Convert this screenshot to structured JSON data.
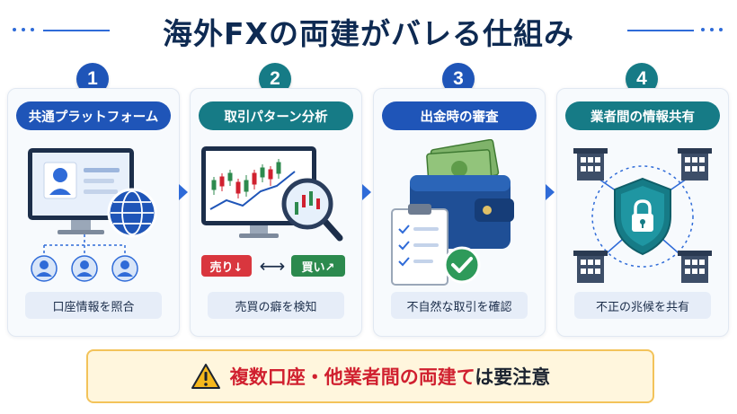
{
  "title": "海外FXの両建がバレる仕組み",
  "steps": [
    {
      "number": "1",
      "heading": "共通プラットフォーム",
      "caption": "口座情報を照合"
    },
    {
      "number": "2",
      "heading": "取引パターン分析",
      "caption": "売買の癖を検知",
      "sell_label": "売り↓",
      "buy_label": "買い↗",
      "exchange_symbol": "⟷"
    },
    {
      "number": "3",
      "heading": "出金時の審査",
      "caption": "不自然な取引を確認"
    },
    {
      "number": "4",
      "heading": "業者間の情報共有",
      "caption": "不正の兆候を共有"
    }
  ],
  "warning": {
    "highlight": "複数口座・他業者間の両建て",
    "suffix": "は要注意",
    "icon": "warning-triangle-icon"
  },
  "colors": {
    "navy": "#0e2a52",
    "blue": "#1f55b8",
    "teal": "#167b86",
    "warning_red": "#d0202f",
    "warning_bg": "#fff6dd"
  }
}
